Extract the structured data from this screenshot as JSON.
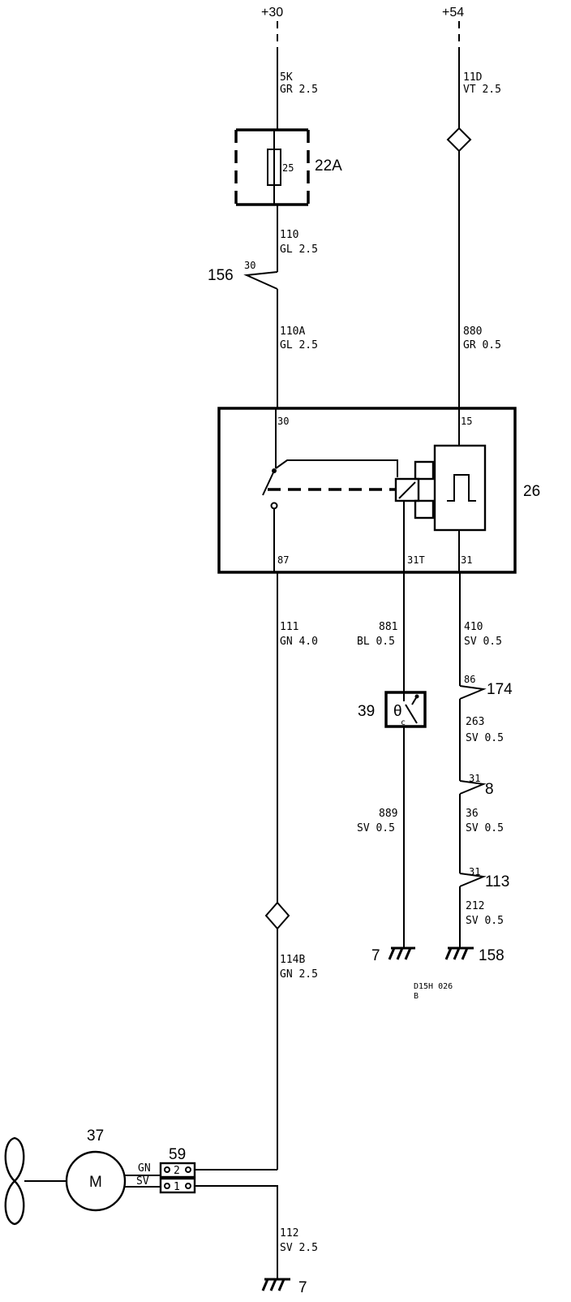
{
  "supplies": {
    "plus30": "+30",
    "plus54": "+54"
  },
  "wires": {
    "w5k": {
      "id": "5K",
      "spec": "GR 2.5"
    },
    "w11d": {
      "id": "11D",
      "spec": "VT 2.5"
    },
    "w110": {
      "id": "110",
      "spec": "GL 2.5"
    },
    "w110a": {
      "id": "110A",
      "spec": "GL 2.5"
    },
    "w880": {
      "id": "880",
      "spec": "GR 0.5"
    },
    "w111": {
      "id": "111",
      "spec": "GN 4.0"
    },
    "w881": {
      "id": "881",
      "spec": "BL 0.5"
    },
    "w410": {
      "id": "410",
      "spec": "SV 0.5"
    },
    "w263": {
      "id": "263",
      "spec": "SV 0.5"
    },
    "w889": {
      "id": "889",
      "spec": "SV 0.5"
    },
    "w36": {
      "id": "36",
      "spec": "SV 0.5"
    },
    "w212": {
      "id": "212",
      "spec": "SV 0.5"
    },
    "w114b": {
      "id": "114B",
      "spec": "GN 2.5"
    },
    "w112": {
      "id": "112",
      "spec": "SV 2.5"
    }
  },
  "components": {
    "fuse": {
      "label": "22A",
      "rating": "25"
    },
    "relay": {
      "label": "26",
      "pins": {
        "p30": "30",
        "p15": "15",
        "p87": "87",
        "p31t": "31T",
        "p31": "31"
      }
    },
    "thermo_switch": {
      "label": "39",
      "symbol": "θ",
      "sub": "c"
    },
    "motor": {
      "label": "37",
      "symbol": "M"
    },
    "connector": {
      "label": "59",
      "wire_gn": "GN",
      "wire_sv": "SV",
      "pin2": "2",
      "pin1": "1"
    }
  },
  "splices": {
    "s156": {
      "label": "156",
      "pin": "30"
    },
    "s174": {
      "label": "174",
      "pin": "86"
    },
    "s8": {
      "label": "8",
      "pin": "31"
    },
    "s113": {
      "label": "113",
      "pin": "31"
    }
  },
  "grounds": {
    "g7a": "7",
    "g158": "158",
    "g7b": "7"
  },
  "footer": {
    "code": "D15H 026",
    "rev": "B"
  },
  "icons": [
    "fuse-icon",
    "relay-icon",
    "thermo-switch-icon",
    "motor-icon",
    "fan-icon",
    "ground-icon",
    "connector-icon"
  ]
}
